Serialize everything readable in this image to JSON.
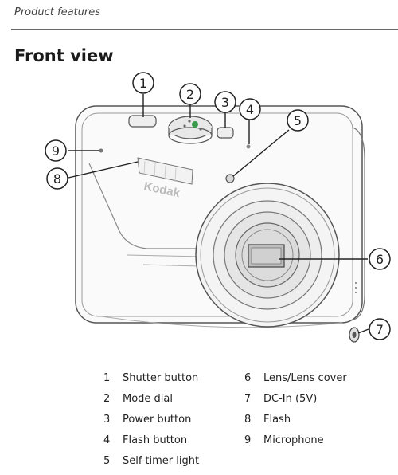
{
  "header": {
    "section": "Product features"
  },
  "heading": "Front view",
  "camera": {
    "brand": "Kodak"
  },
  "callouts": [
    "1",
    "2",
    "3",
    "4",
    "5",
    "6",
    "7",
    "8",
    "9"
  ],
  "legend": {
    "left": [
      {
        "num": "1",
        "label": "Shutter button"
      },
      {
        "num": "2",
        "label": "Mode dial"
      },
      {
        "num": "3",
        "label": "Power button"
      },
      {
        "num": "4",
        "label": "Flash button"
      },
      {
        "num": "5",
        "label": "Self-timer light"
      }
    ],
    "right": [
      {
        "num": "6",
        "label": "Lens/Lens cover"
      },
      {
        "num": "7",
        "label": "DC-In (5V)"
      },
      {
        "num": "8",
        "label": "Flash"
      },
      {
        "num": "9",
        "label": "Microphone"
      }
    ]
  }
}
